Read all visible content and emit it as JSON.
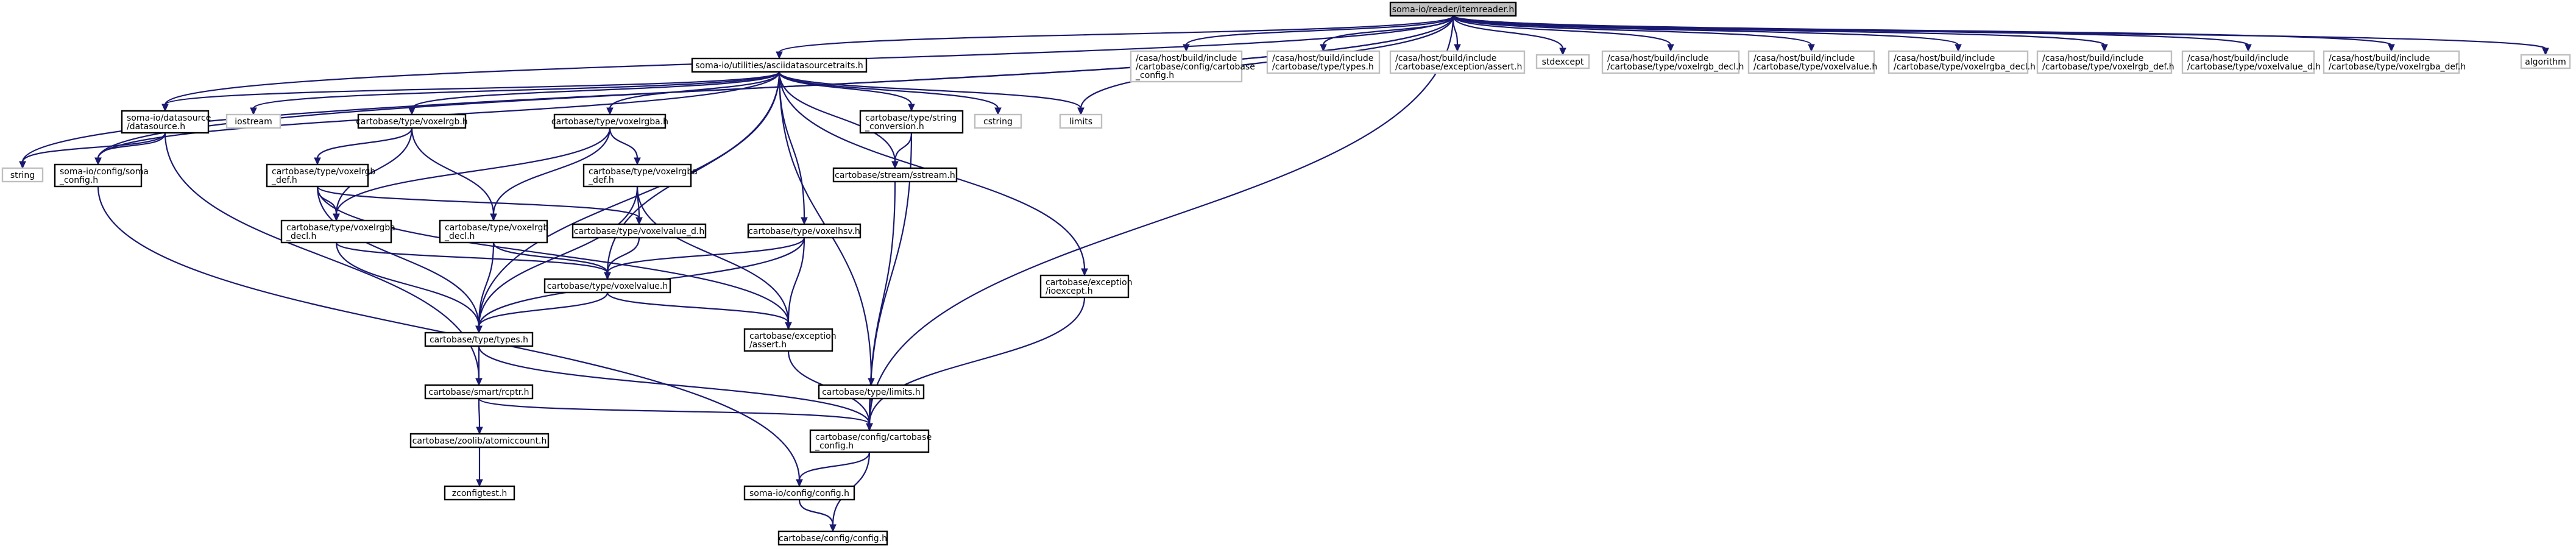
{
  "diagram": {
    "type": "include-dependency-graph",
    "colors": {
      "edge": "#191970",
      "root_fill": "#bfbfbf",
      "node_border": "#000000",
      "external_border": "#bfbfbf"
    },
    "nodes": [
      {
        "id": "n_root",
        "style": "root",
        "lines": [
          "soma-io/reader/itemreader.h"
        ]
      },
      {
        "id": "n_ascii",
        "style": "dark",
        "lines": [
          "soma-io/utilities/asciidatasourcetraits.h"
        ]
      },
      {
        "id": "n_ext1",
        "style": "light",
        "lines": [
          "/casa/host/build/include",
          "/cartobase/config/cartobase",
          "_config.h"
        ]
      },
      {
        "id": "n_ext2",
        "style": "light",
        "lines": [
          "/casa/host/build/include",
          "/cartobase/type/types.h"
        ]
      },
      {
        "id": "n_ext3",
        "style": "light",
        "lines": [
          "/casa/host/build/include",
          "/cartobase/exception/assert.h"
        ]
      },
      {
        "id": "n_stdexcept",
        "style": "light",
        "lines": [
          "stdexcept"
        ]
      },
      {
        "id": "n_ext4",
        "style": "light",
        "lines": [
          "/casa/host/build/include",
          "/cartobase/type/voxelrgb_decl.h"
        ]
      },
      {
        "id": "n_ext5",
        "style": "light",
        "lines": [
          "/casa/host/build/include",
          "/cartobase/type/voxelvalue.h"
        ]
      },
      {
        "id": "n_ext6",
        "style": "light",
        "lines": [
          "/casa/host/build/include",
          "/cartobase/type/voxelrgba_decl.h"
        ]
      },
      {
        "id": "n_ext7",
        "style": "light",
        "lines": [
          "/casa/host/build/include",
          "/cartobase/type/voxelrgb_def.h"
        ]
      },
      {
        "id": "n_ext8",
        "style": "light",
        "lines": [
          "/casa/host/build/include",
          "/cartobase/type/voxelvalue_d.h"
        ]
      },
      {
        "id": "n_ext9",
        "style": "light",
        "lines": [
          "/casa/host/build/include",
          "/cartobase/type/voxelrgba_def.h"
        ]
      },
      {
        "id": "n_algorithm",
        "style": "light",
        "lines": [
          "algorithm"
        ]
      },
      {
        "id": "n_datasource",
        "style": "dark",
        "lines": [
          "soma-io/datasource",
          "/datasource.h"
        ]
      },
      {
        "id": "n_iostream",
        "style": "light",
        "lines": [
          "iostream"
        ]
      },
      {
        "id": "n_voxelrgb",
        "style": "dark",
        "lines": [
          "cartobase/type/voxelrgb.h"
        ]
      },
      {
        "id": "n_voxelrgba",
        "style": "dark",
        "lines": [
          "cartobase/type/voxelrgba.h"
        ]
      },
      {
        "id": "n_strconv",
        "style": "dark",
        "lines": [
          "cartobase/type/string",
          "_conversion.h"
        ]
      },
      {
        "id": "n_cstring",
        "style": "light",
        "lines": [
          "cstring"
        ]
      },
      {
        "id": "n_limits",
        "style": "light",
        "lines": [
          "limits"
        ]
      },
      {
        "id": "n_string",
        "style": "light",
        "lines": [
          "string"
        ]
      },
      {
        "id": "n_somaconfig",
        "style": "dark",
        "lines": [
          "soma-io/config/soma",
          "_config.h"
        ]
      },
      {
        "id": "n_rgbdef",
        "style": "dark",
        "lines": [
          "cartobase/type/voxelrgb",
          "_def.h"
        ]
      },
      {
        "id": "n_rgbadef",
        "style": "dark",
        "lines": [
          "cartobase/type/voxelrgba",
          "_def.h"
        ]
      },
      {
        "id": "n_sstream",
        "style": "dark",
        "lines": [
          "cartobase/stream/sstream.h"
        ]
      },
      {
        "id": "n_rgbadecl",
        "style": "dark",
        "lines": [
          "cartobase/type/voxelrgba",
          "_decl.h"
        ]
      },
      {
        "id": "n_rgbdecl",
        "style": "dark",
        "lines": [
          "cartobase/type/voxelrgb",
          "_decl.h"
        ]
      },
      {
        "id": "n_valued",
        "style": "dark",
        "lines": [
          "cartobase/type/voxelvalue_d.h"
        ]
      },
      {
        "id": "n_hsv",
        "style": "dark",
        "lines": [
          "cartobase/type/voxelhsv.h"
        ]
      },
      {
        "id": "n_voxelvalue",
        "style": "dark",
        "lines": [
          "cartobase/type/voxelvalue.h"
        ]
      },
      {
        "id": "n_ioexcept",
        "style": "dark",
        "lines": [
          "cartobase/exception",
          "/ioexcept.h"
        ]
      },
      {
        "id": "n_types",
        "style": "dark",
        "lines": [
          "cartobase/type/types.h"
        ]
      },
      {
        "id": "n_assert",
        "style": "dark",
        "lines": [
          "cartobase/exception",
          "/assert.h"
        ]
      },
      {
        "id": "n_rcptr",
        "style": "dark",
        "lines": [
          "cartobase/smart/rcptr.h"
        ]
      },
      {
        "id": "n_tlimits",
        "style": "dark",
        "lines": [
          "cartobase/type/limits.h"
        ]
      },
      {
        "id": "n_cbconfig",
        "style": "dark",
        "lines": [
          "cartobase/config/cartobase",
          "_config.h"
        ]
      },
      {
        "id": "n_atomic",
        "style": "dark",
        "lines": [
          "cartobase/zoolib/atomiccount.h"
        ]
      },
      {
        "id": "n_zconfig",
        "style": "dark",
        "lines": [
          "zconfigtest.h"
        ]
      },
      {
        "id": "n_iconfig",
        "style": "dark",
        "lines": [
          "soma-io/config/config.h"
        ]
      },
      {
        "id": "n_cconfig",
        "style": "dark",
        "lines": [
          "cartobase/config/config.h"
        ]
      }
    ],
    "edges": [
      [
        "n_root",
        "n_ascii"
      ],
      [
        "n_root",
        "n_ext1"
      ],
      [
        "n_root",
        "n_ext2"
      ],
      [
        "n_root",
        "n_ext3"
      ],
      [
        "n_root",
        "n_stdexcept"
      ],
      [
        "n_root",
        "n_ext4"
      ],
      [
        "n_root",
        "n_ext5"
      ],
      [
        "n_root",
        "n_ext6"
      ],
      [
        "n_root",
        "n_ext7"
      ],
      [
        "n_root",
        "n_ext8"
      ],
      [
        "n_root",
        "n_ext9"
      ],
      [
        "n_root",
        "n_algorithm"
      ],
      [
        "n_root",
        "n_datasource"
      ],
      [
        "n_root",
        "n_somaconfig"
      ],
      [
        "n_root",
        "n_string"
      ],
      [
        "n_root",
        "n_limits"
      ],
      [
        "n_root",
        "n_cbconfig"
      ],
      [
        "n_ascii",
        "n_datasource"
      ],
      [
        "n_ascii",
        "n_iostream"
      ],
      [
        "n_ascii",
        "n_voxelrgb"
      ],
      [
        "n_ascii",
        "n_voxelrgba"
      ],
      [
        "n_ascii",
        "n_strconv"
      ],
      [
        "n_ascii",
        "n_cstring"
      ],
      [
        "n_ascii",
        "n_limits"
      ],
      [
        "n_ascii",
        "n_somaconfig"
      ],
      [
        "n_ascii",
        "n_sstream"
      ],
      [
        "n_ascii",
        "n_hsv"
      ],
      [
        "n_ascii",
        "n_voxelvalue"
      ],
      [
        "n_ascii",
        "n_types"
      ],
      [
        "n_ascii",
        "n_ioexcept"
      ],
      [
        "n_ascii",
        "n_tlimits"
      ],
      [
        "n_datasource",
        "n_somaconfig"
      ],
      [
        "n_datasource",
        "n_rcptr"
      ],
      [
        "n_datasource",
        "n_string"
      ],
      [
        "n_voxelrgb",
        "n_rgbdef"
      ],
      [
        "n_voxelrgb",
        "n_rgbdecl"
      ],
      [
        "n_voxelrgb",
        "n_rgbadecl"
      ],
      [
        "n_voxelrgba",
        "n_rgbadef"
      ],
      [
        "n_voxelrgba",
        "n_rgbadecl"
      ],
      [
        "n_voxelrgba",
        "n_rgbdecl"
      ],
      [
        "n_strconv",
        "n_sstream"
      ],
      [
        "n_strconv",
        "n_cbconfig"
      ],
      [
        "n_rgbdef",
        "n_rgbadecl"
      ],
      [
        "n_rgbdef",
        "n_valued"
      ],
      [
        "n_rgbdef",
        "n_types"
      ],
      [
        "n_rgbdef",
        "n_assert"
      ],
      [
        "n_rgbadef",
        "n_valued"
      ],
      [
        "n_rgbadef",
        "n_types"
      ],
      [
        "n_rgbadef",
        "n_assert"
      ],
      [
        "n_rgbadecl",
        "n_voxelvalue"
      ],
      [
        "n_rgbadecl",
        "n_types"
      ],
      [
        "n_rgbdecl",
        "n_voxelvalue"
      ],
      [
        "n_rgbdecl",
        "n_types"
      ],
      [
        "n_valued",
        "n_voxelvalue"
      ],
      [
        "n_hsv",
        "n_voxelvalue"
      ],
      [
        "n_hsv",
        "n_types"
      ],
      [
        "n_hsv",
        "n_assert"
      ],
      [
        "n_voxelvalue",
        "n_types"
      ],
      [
        "n_voxelvalue",
        "n_assert"
      ],
      [
        "n_sstream",
        "n_cbconfig"
      ],
      [
        "n_ioexcept",
        "n_cbconfig"
      ],
      [
        "n_types",
        "n_rcptr"
      ],
      [
        "n_types",
        "n_cbconfig"
      ],
      [
        "n_assert",
        "n_cbconfig"
      ],
      [
        "n_rcptr",
        "n_atomic"
      ],
      [
        "n_rcptr",
        "n_cbconfig"
      ],
      [
        "n_atomic",
        "n_zconfig"
      ],
      [
        "n_tlimits",
        "n_cbconfig"
      ],
      [
        "n_somaconfig",
        "n_iconfig"
      ],
      [
        "n_cbconfig",
        "n_iconfig"
      ],
      [
        "n_cbconfig",
        "n_cconfig"
      ],
      [
        "n_iconfig",
        "n_cconfig"
      ]
    ]
  }
}
